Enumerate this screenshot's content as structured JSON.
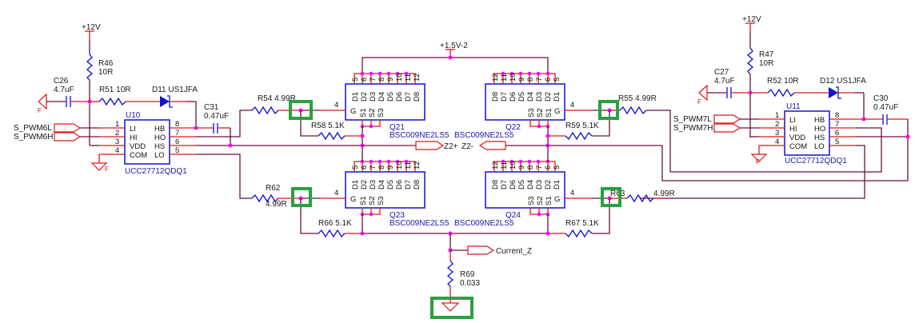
{
  "rails": {
    "v12_left": "+12V",
    "v12_right": "+12V",
    "v15": "+1.5V-2"
  },
  "drivers": [
    {
      "ref": "U10",
      "part": "UCC27712QDQ1",
      "pins_left": [
        {
          "num": "1",
          "name": "LI"
        },
        {
          "num": "2",
          "name": "HI"
        },
        {
          "num": "3",
          "name": "VDD"
        },
        {
          "num": "4",
          "name": "COM"
        }
      ],
      "pins_right": [
        {
          "num": "8",
          "name": "HB"
        },
        {
          "num": "7",
          "name": "HO"
        },
        {
          "num": "6",
          "name": "HS"
        },
        {
          "num": "5",
          "name": "LO"
        }
      ],
      "inputs": [
        "S_PWM6L",
        "S_PWM6H"
      ]
    },
    {
      "ref": "U11",
      "part": "UCC27712QDQ1",
      "pins_left": [
        {
          "num": "1",
          "name": "LI"
        },
        {
          "num": "2",
          "name": "HI"
        },
        {
          "num": "3",
          "name": "VDD"
        },
        {
          "num": "4",
          "name": "COM"
        }
      ],
      "pins_right": [
        {
          "num": "8",
          "name": "HB"
        },
        {
          "num": "7",
          "name": "HO"
        },
        {
          "num": "6",
          "name": "HS"
        },
        {
          "num": "5",
          "name": "LO"
        }
      ],
      "inputs": [
        "S_PWM7L",
        "S_PWM7H"
      ]
    }
  ],
  "resistors": {
    "R46": {
      "ref": "R46",
      "val": "10R"
    },
    "R47": {
      "ref": "R47",
      "val": "10R"
    },
    "R51": {
      "ref": "R51",
      "val": "10R"
    },
    "R52": {
      "ref": "R52",
      "val": "10R"
    },
    "R54": {
      "ref": "R54",
      "val": "4.99R"
    },
    "R55": {
      "ref": "R55",
      "val": "4.99R"
    },
    "R58": {
      "ref": "R58",
      "val": "5.1K"
    },
    "R59": {
      "ref": "R59",
      "val": "5.1K"
    },
    "R62": {
      "ref": "R62",
      "val": "4.99R"
    },
    "R63": {
      "ref": "R63",
      "val": "4.99R"
    },
    "R66": {
      "ref": "R66",
      "val": "5.1K"
    },
    "R67": {
      "ref": "R67",
      "val": "5.1K"
    },
    "R69": {
      "ref": "R69",
      "val": "0.033"
    }
  },
  "capacitors": {
    "C26": {
      "ref": "C26",
      "val": "4.7uF"
    },
    "C27": {
      "ref": "C27",
      "val": "4.7uF"
    },
    "C30": {
      "ref": "C30",
      "val": "0.47uF"
    },
    "C31": {
      "ref": "C31",
      "val": "0.47uF"
    }
  },
  "diodes": {
    "D11": {
      "label": "D11 US1JFA"
    },
    "D12": {
      "label": "D12 US1JFA"
    }
  },
  "mosfets": [
    {
      "ref": "Q21",
      "part": "BSC009NE2LS5",
      "gate_pin": "4"
    },
    {
      "ref": "Q22",
      "part": "BSC009NE2LS5",
      "gate_pin": "4"
    },
    {
      "ref": "Q23",
      "part": "BSC009NE2LS5",
      "gate_pin": "4"
    },
    {
      "ref": "Q24",
      "part": "BSC009NE2LS5",
      "gate_pin": "4"
    }
  ],
  "mosfet_pins": {
    "drain": [
      "D1",
      "D2",
      "D3",
      "D4",
      "D5",
      "D6",
      "D7",
      "D8"
    ],
    "drain_nums": [
      "5",
      "6",
      "7",
      "8",
      "9",
      "10",
      "11",
      "12"
    ],
    "source": [
      "S1",
      "S2",
      "S3"
    ],
    "source_nums": [
      "1",
      "2",
      "3"
    ],
    "gate": "G"
  },
  "ports": {
    "z_plus": "Z2+",
    "z_minus": "Z2-",
    "current": "Current_Z"
  },
  "ground_flag": "F",
  "colors": {
    "wire": "#6b1040",
    "pin": "#e01818",
    "symbol": "#1010d0",
    "junction": "#ff00ff",
    "highlight": "#2aa040"
  }
}
